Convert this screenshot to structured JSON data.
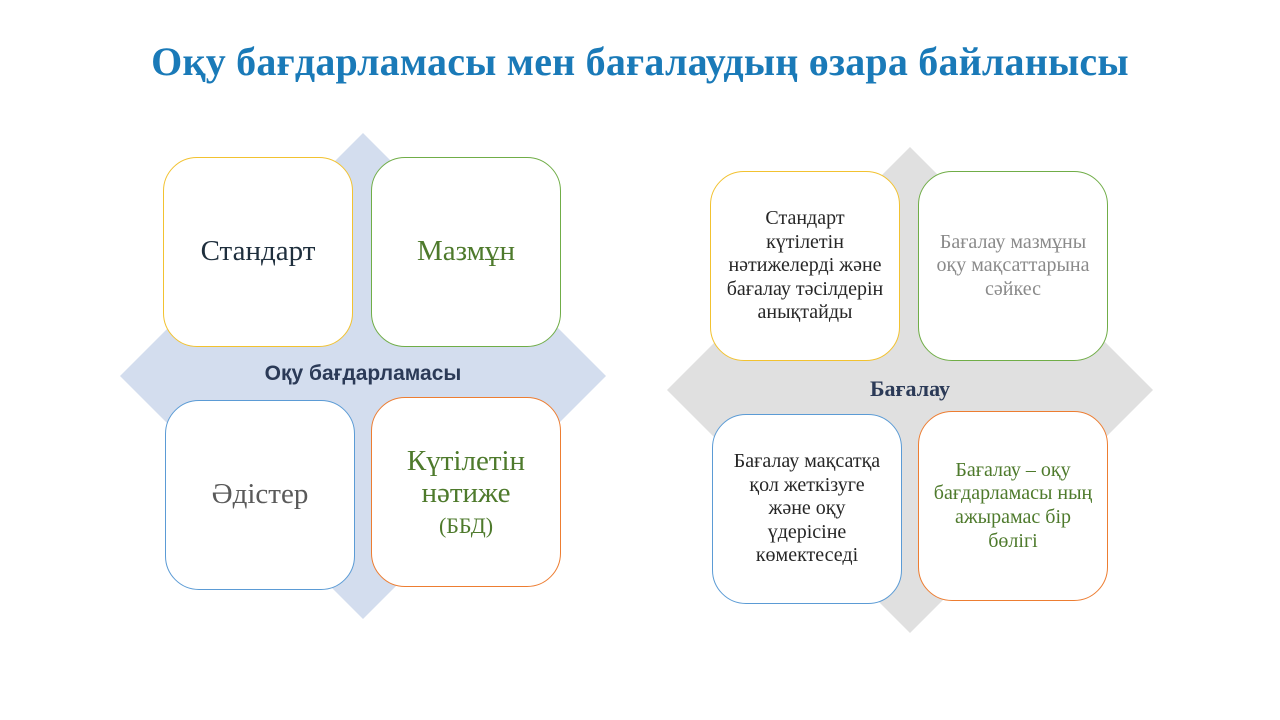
{
  "title": "Оқу бағдарламасы мен бағалаудың өзара байланысы",
  "colors": {
    "title": "#1a7ab8",
    "diamond_left": "#d3ddee",
    "diamond_right": "#e0e0e0",
    "border_yellow": "#f2c230",
    "border_green": "#70ad47",
    "border_blue": "#5b9bd5",
    "border_orange": "#ed7d31"
  },
  "left_diagram": {
    "center": "Оқу бағдарламасы",
    "top_left": "Стандарт",
    "top_right": "Мазмұн",
    "bottom_left": "Әдістер",
    "bottom_right": {
      "main": "Күтілетін нәтиже",
      "sub": "(ББД)"
    }
  },
  "right_diagram": {
    "center": "Бағалау",
    "top_left": "Стандарт күтілетін нәтижелерді және бағалау тәсілдерін анықтайды",
    "top_right": "Бағалау мазмұны оқу мақсаттарына сәйкес",
    "bottom_left": "Бағалау мақсатқа қол жеткізуге және оқу үдерісіне көмектеседі",
    "bottom_right": "Бағалау – оқу бағдарламасы ның ажырамас бір бөлігі"
  }
}
